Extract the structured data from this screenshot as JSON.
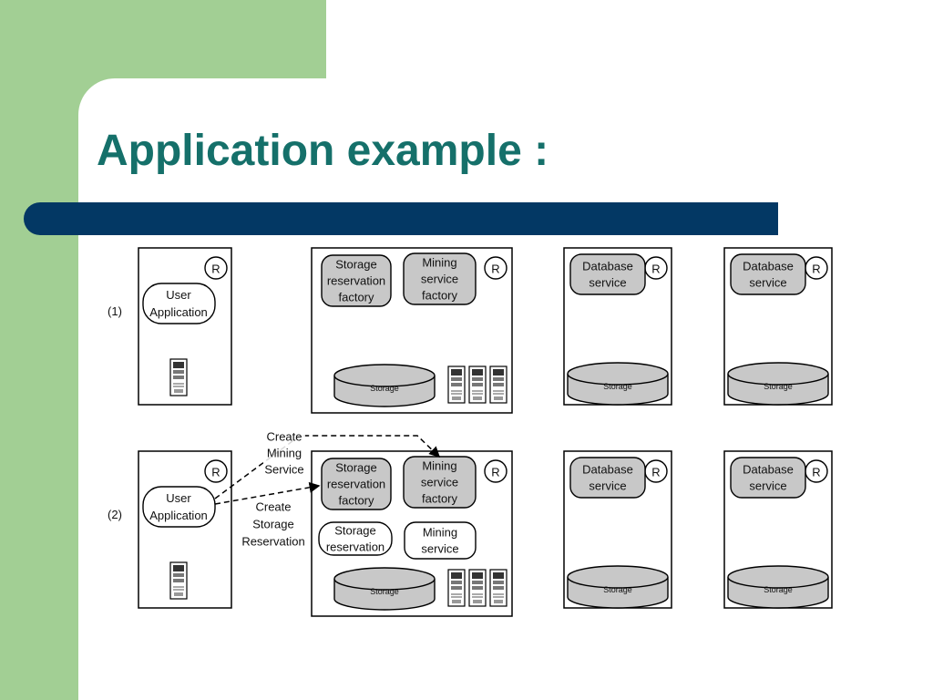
{
  "title": "Application example :",
  "colors": {
    "sidebar_green": "#a2cf94",
    "title_teal": "#15706a",
    "bar_navy": "#033864",
    "grey_fill": "#c8c8c8"
  },
  "diagram": {
    "rows": [
      {
        "label": "(1)",
        "user_box": {
          "r_label": "R",
          "app_label": [
            "User",
            "Application"
          ]
        },
        "main_box": {
          "r_label": "R",
          "factories": [
            [
              "Storage",
              "reservation",
              "factory"
            ],
            [
              "Mining",
              "service",
              "factory"
            ]
          ],
          "services": [],
          "storage_label": "Storage"
        },
        "db_boxes": [
          {
            "r_label": "R",
            "service_label": [
              "Database",
              "service"
            ],
            "storage_label": "Storage"
          },
          {
            "r_label": "R",
            "service_label": [
              "Database",
              "service"
            ],
            "storage_label": "Storage"
          }
        ]
      },
      {
        "label": "(2)",
        "user_box": {
          "r_label": "R",
          "app_label": [
            "User",
            "Application"
          ]
        },
        "main_box": {
          "r_label": "R",
          "factories": [
            [
              "Storage",
              "reservation",
              "factory"
            ],
            [
              "Mining",
              "service",
              "factory"
            ]
          ],
          "services": [
            [
              "Storage",
              "reservation"
            ],
            [
              "Mining",
              "service"
            ]
          ],
          "storage_label": "Storage"
        },
        "db_boxes": [
          {
            "r_label": "R",
            "service_label": [
              "Database",
              "service"
            ],
            "storage_label": "Storage"
          },
          {
            "r_label": "R",
            "service_label": [
              "Database",
              "service"
            ],
            "storage_label": "Storage"
          }
        ]
      }
    ],
    "arrows": [
      {
        "label": [
          "Create",
          "Mining",
          "Service"
        ]
      },
      {
        "label": [
          "Create",
          "Storage",
          "Reservation"
        ]
      }
    ]
  }
}
